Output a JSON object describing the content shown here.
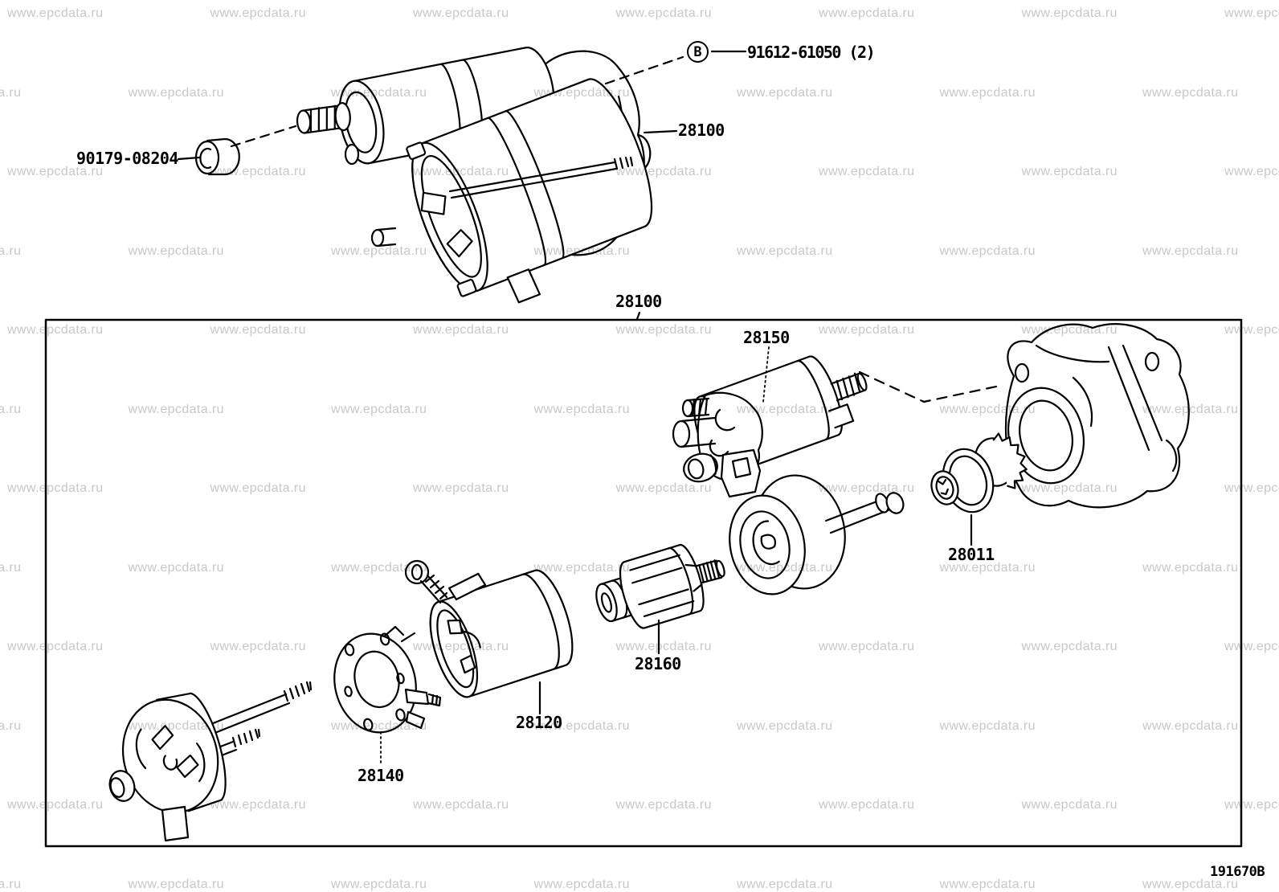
{
  "page": {
    "background": "#ffffff",
    "line_color": "#000000"
  },
  "watermark": {
    "text": "www.epcdata.ru",
    "color": "#c8c8c8"
  },
  "labels": {
    "bolt_symbol": "B",
    "bolt_part": "91612-61050 (2)",
    "nut_part": "90179-08204",
    "assembly_top": "28100",
    "assembly_detail": "28100",
    "solenoid": "28150",
    "pinion": "28011",
    "armature": "28160",
    "yoke": "28120",
    "brush_holder": "28140",
    "drawing_code": "191670B"
  }
}
